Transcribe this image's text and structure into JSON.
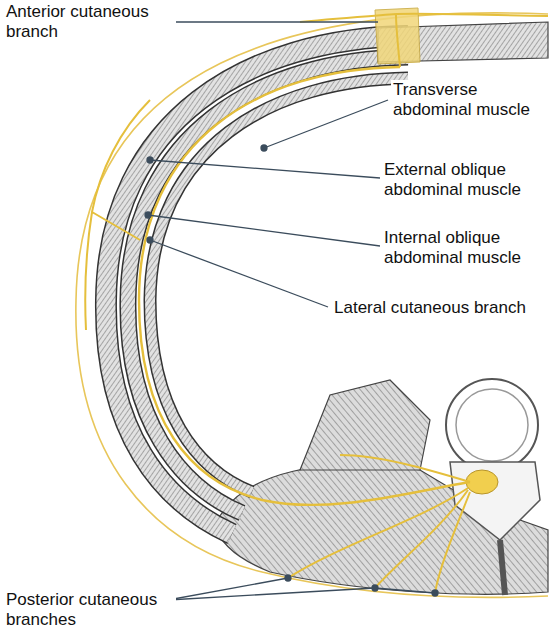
{
  "diagram": {
    "labels": [
      "Anterior cutaneous branch",
      "Transverse abdominal muscle",
      "External oblique abdominal muscle",
      "Internal oblique abdominal muscle",
      "Lateral cutaneous branch",
      "Posterior cutaneous branches"
    ]
  }
}
